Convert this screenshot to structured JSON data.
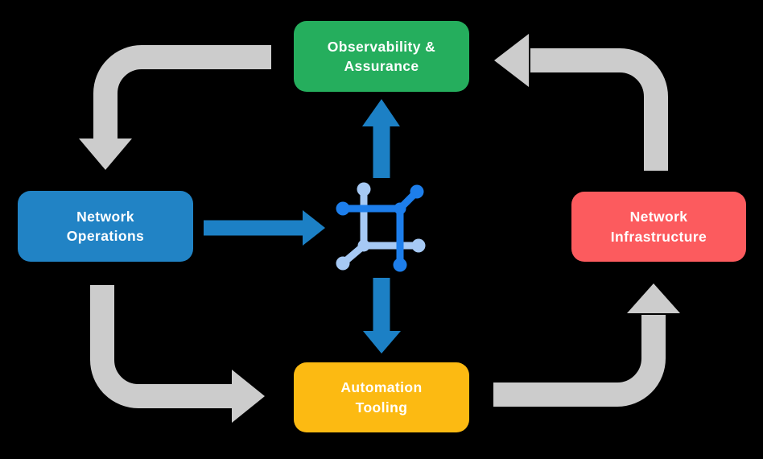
{
  "diagram": {
    "background_color": "#000000",
    "nodes": [
      {
        "id": "observability-assurance",
        "lines": [
          "Observability &",
          "Assurance"
        ],
        "color": "#25AE5D",
        "position": "top"
      },
      {
        "id": "network-operations",
        "lines": [
          "Network",
          "Operations"
        ],
        "color": "#2183C5",
        "position": "left"
      },
      {
        "id": "network-infrastructure",
        "lines": [
          "Network",
          "Infrastructure"
        ],
        "color": "#FC5B5E",
        "position": "right"
      },
      {
        "id": "automation-tooling",
        "lines": [
          "Automation",
          "Tooling"
        ],
        "color": "#FCBA12",
        "position": "bottom"
      }
    ],
    "center_icon": {
      "name": "network-mesh-icon",
      "dark_blue": "#1D7EEB",
      "light_blue": "#A6C9F4"
    },
    "colors": {
      "cycle_arrow_gray": "#CCCCCC",
      "flow_arrow_blue": "#1C80C5",
      "label_text": "#FFFFFF"
    },
    "cycle_flow_order": [
      "Observability & Assurance",
      "Network Operations",
      "Automation Tooling",
      "Network Infrastructure"
    ],
    "center_flows": [
      {
        "from": "Network Operations",
        "to": "center-icon"
      },
      {
        "from": "center-icon",
        "to": "Observability & Assurance"
      },
      {
        "from": "center-icon",
        "to": "Automation Tooling"
      }
    ]
  }
}
